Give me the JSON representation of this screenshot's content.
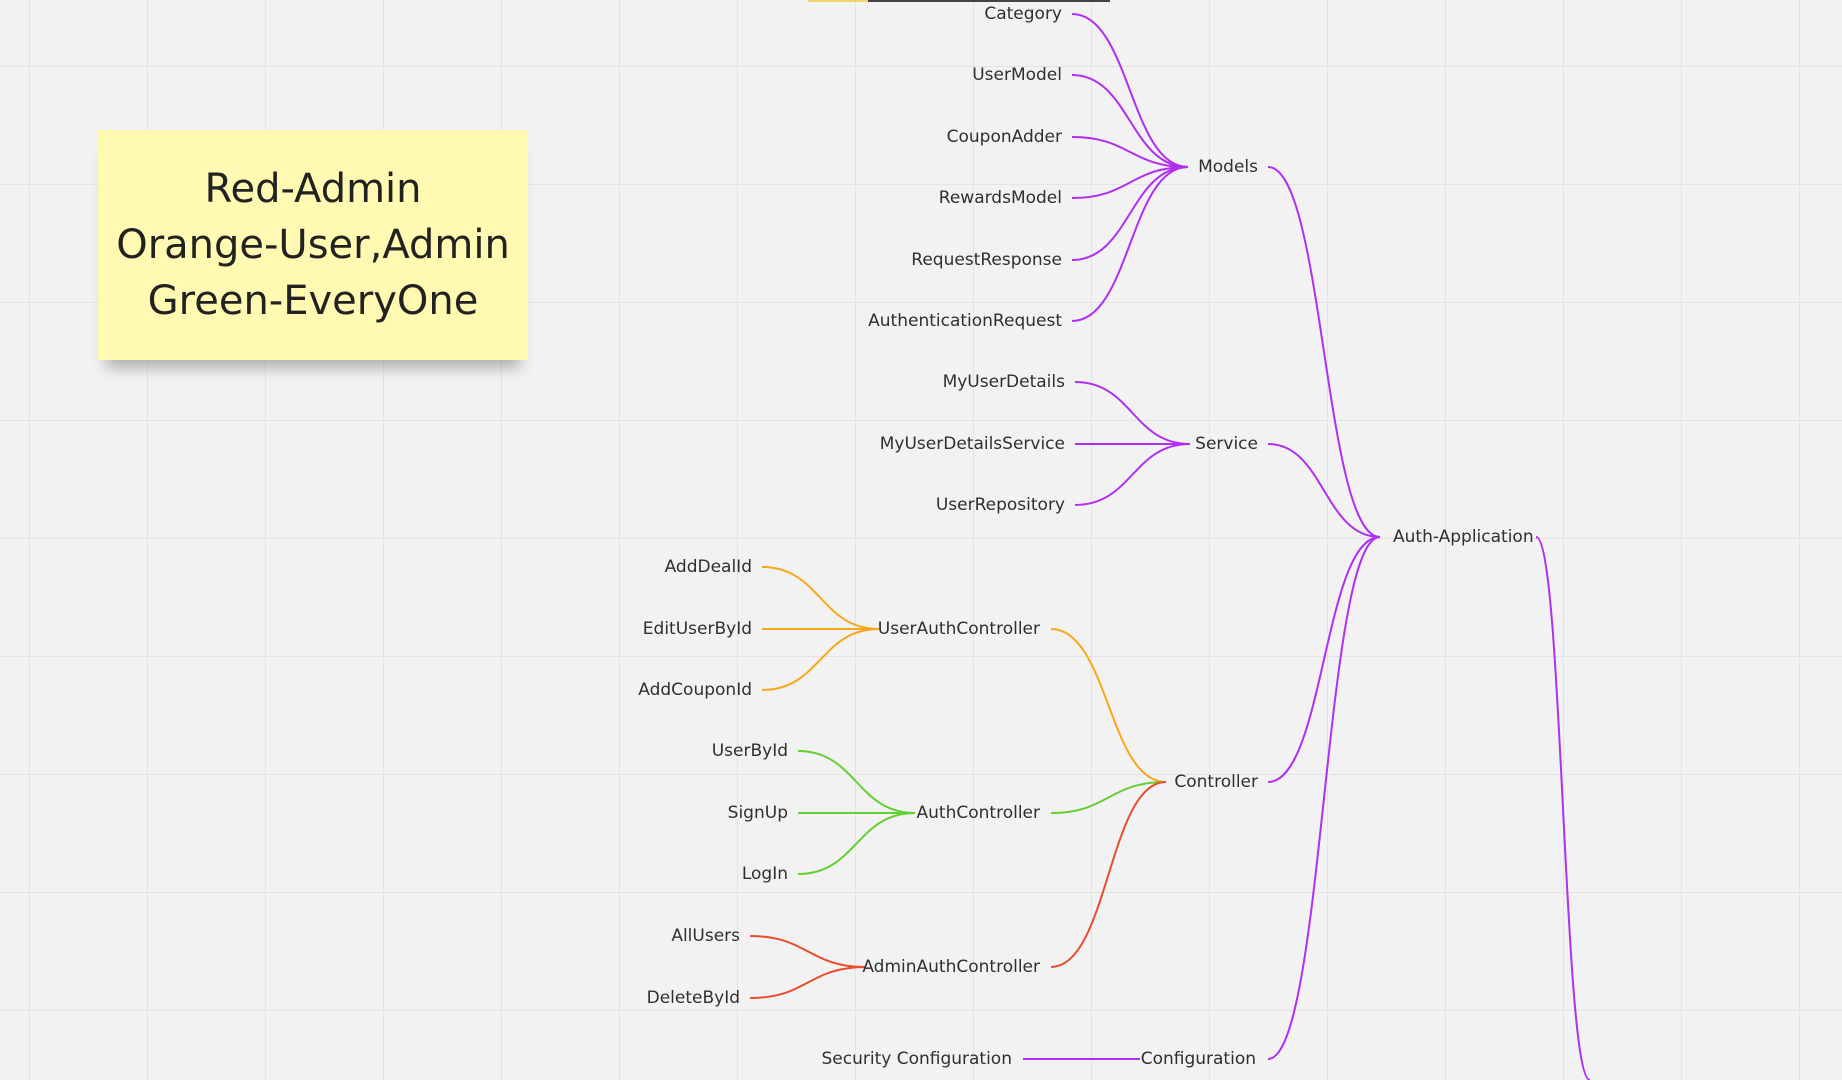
{
  "colors": {
    "purple": "#b12ff0",
    "orange": "#f8a71b",
    "green": "#62d033",
    "red": "#ea4c2c"
  },
  "legend": {
    "lines": [
      "Red-Admin",
      "Orange-User,Admin",
      "Green-EveryOne"
    ]
  },
  "mindmap": {
    "root": "Auth-Application",
    "branches": [
      {
        "id": "models",
        "label": "Models",
        "color": "purple",
        "children": [
          "Category",
          "UserModel",
          "CouponAdder",
          "RewardsModel",
          "RequestResponse",
          "AuthenticationRequest"
        ]
      },
      {
        "id": "service",
        "label": "Service",
        "color": "purple",
        "children": [
          "MyUserDetails",
          "MyUserDetailsService",
          "UserRepository"
        ]
      },
      {
        "id": "controller",
        "label": "Controller",
        "color": "purple",
        "children": [
          {
            "id": "user-auth-controller",
            "label": "UserAuthController",
            "color": "orange",
            "children": [
              "AddDealId",
              "EditUserById",
              "AddCouponId"
            ]
          },
          {
            "id": "auth-controller",
            "label": "AuthController",
            "color": "green",
            "children": [
              "UserById",
              "SignUp",
              "LogIn"
            ]
          },
          {
            "id": "admin-auth-controller",
            "label": "AdminAuthController",
            "color": "red",
            "children": [
              "AllUsers",
              "DeleteById"
            ]
          }
        ]
      },
      {
        "id": "configuration",
        "label": "Configuration",
        "color": "purple",
        "children": [
          "Security Configuration"
        ]
      }
    ]
  }
}
